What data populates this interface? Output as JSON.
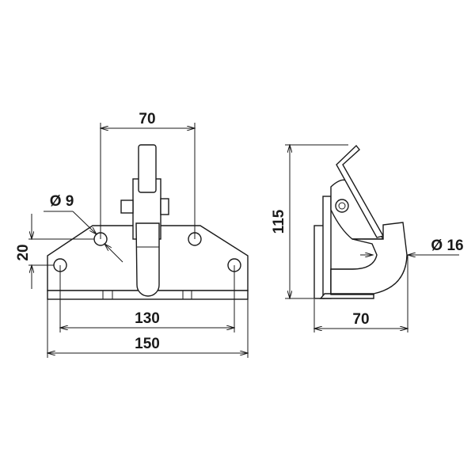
{
  "front_view": {
    "dim_hole_spacing_top": "70",
    "dim_hole_diameter": "Ø 9",
    "dim_vertical_offset": "20",
    "dim_hole_spacing_bottom": "130",
    "dim_overall_width": "150"
  },
  "side_view": {
    "dim_height": "115",
    "dim_depth": "70",
    "dim_tube_diameter": "Ø 16"
  }
}
